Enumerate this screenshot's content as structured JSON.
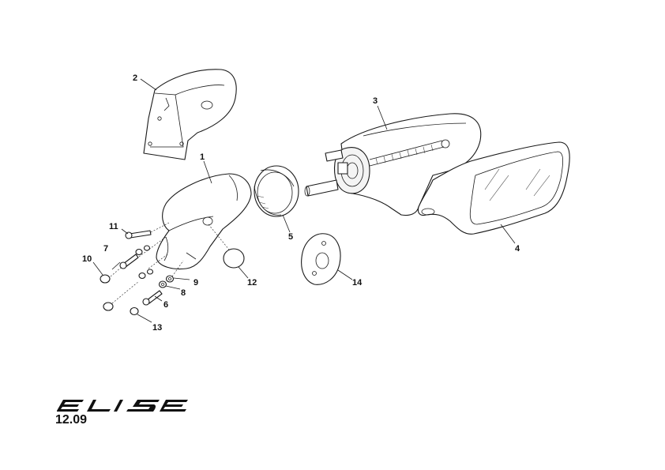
{
  "diagram": {
    "callouts": {
      "c1": "1",
      "c2": "2",
      "c3": "3",
      "c4": "4",
      "c5": "5",
      "c6": "6",
      "c7": "7",
      "c8": "8",
      "c9": "9",
      "c10": "10",
      "c11": "11",
      "c12": "12",
      "c13": "13",
      "c14": "14"
    }
  },
  "footer": {
    "logo_text": "ELISE",
    "page_ref": "12.09"
  }
}
